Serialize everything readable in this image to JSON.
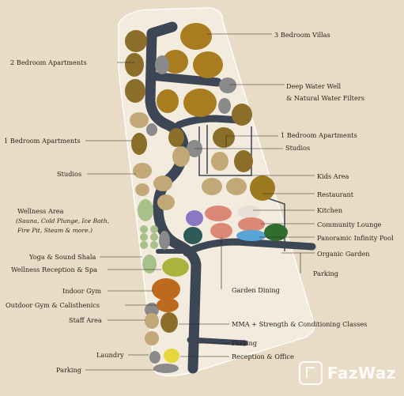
{
  "labels": {
    "villas3": "3 Bedroom Villas",
    "apt2": "2 Bedroom Apartments",
    "well_line1": "Deep Water Well",
    "well_line2": "& Natural Water Filters",
    "apt1_left": "1 Bedroom Apartments",
    "apt1_right": "1 Bedroom Apartments",
    "studios_right": "Studios",
    "studios_left": "Studios",
    "kids": "Kids Area",
    "restaurant": "Restaurant",
    "wellness": "Wellness Area",
    "wellness_sub1": "(Sauna, Cold Plunge, Ice Bath,",
    "wellness_sub2": "Fire Pit, Steam & more.)",
    "kitchen": "Kitchen",
    "lounge": "Community Lounge",
    "pool": "Panoramic Infinity Pool",
    "garden": "Organic Garden",
    "yoga": "Yoga & Sound Shala",
    "reception_spa": "Wellness Reception & Spa",
    "parking_upper": "Parking",
    "garden_dining": "Garden Dining",
    "gym": "Indoor Gym",
    "outdoor_gym": "Outdoor Gym & Calisthenics",
    "staff": "Staff Area",
    "mma": "MMA + Strength & Conditioning Classes",
    "parking_mid": "Parking",
    "laundry": "Laundry",
    "reception_office": "Reception & Office",
    "parking_bottom": "Parking"
  },
  "watermark": "FazWaz",
  "colors": {
    "background": "#e9dcc6",
    "road": "#3d4654",
    "villa_gold": "#a87c1f",
    "apartment_olive": "#8a6e2a",
    "studio_tan": "#c2a877",
    "grey_facility": "#8a8a8a",
    "wellness_green": "#a8c08a",
    "spa_lime": "#aab43c",
    "gym_orange": "#bd6a1e",
    "reception_yellow": "#e6d83a",
    "kitchen_pink": "#dc8877",
    "pool_blue": "#5aa5d8",
    "garden_green": "#2f6e2f",
    "kids_purple": "#8a78c4",
    "dark_teal": "#2e5a5a",
    "restaurant_gold": "#9c7a20"
  }
}
